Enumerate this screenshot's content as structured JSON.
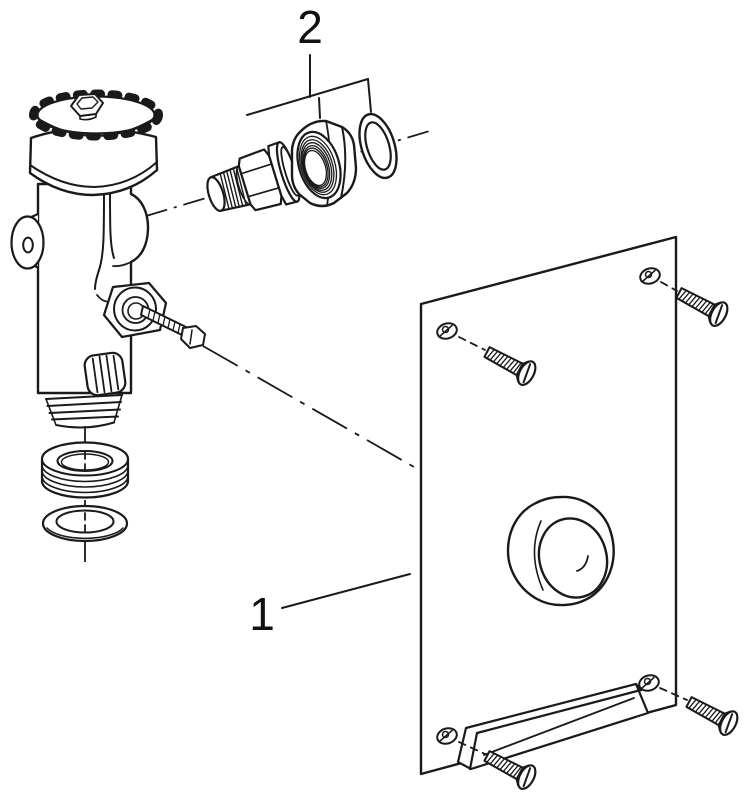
{
  "figure": {
    "type": "exploded-parts-diagram",
    "background": "#ffffff",
    "line_color": "#1a1a1a",
    "callouts": [
      {
        "label": "1",
        "part": "mounting-plate-assembly"
      },
      {
        "label": "2",
        "part": "connection-fitting-set"
      }
    ]
  }
}
